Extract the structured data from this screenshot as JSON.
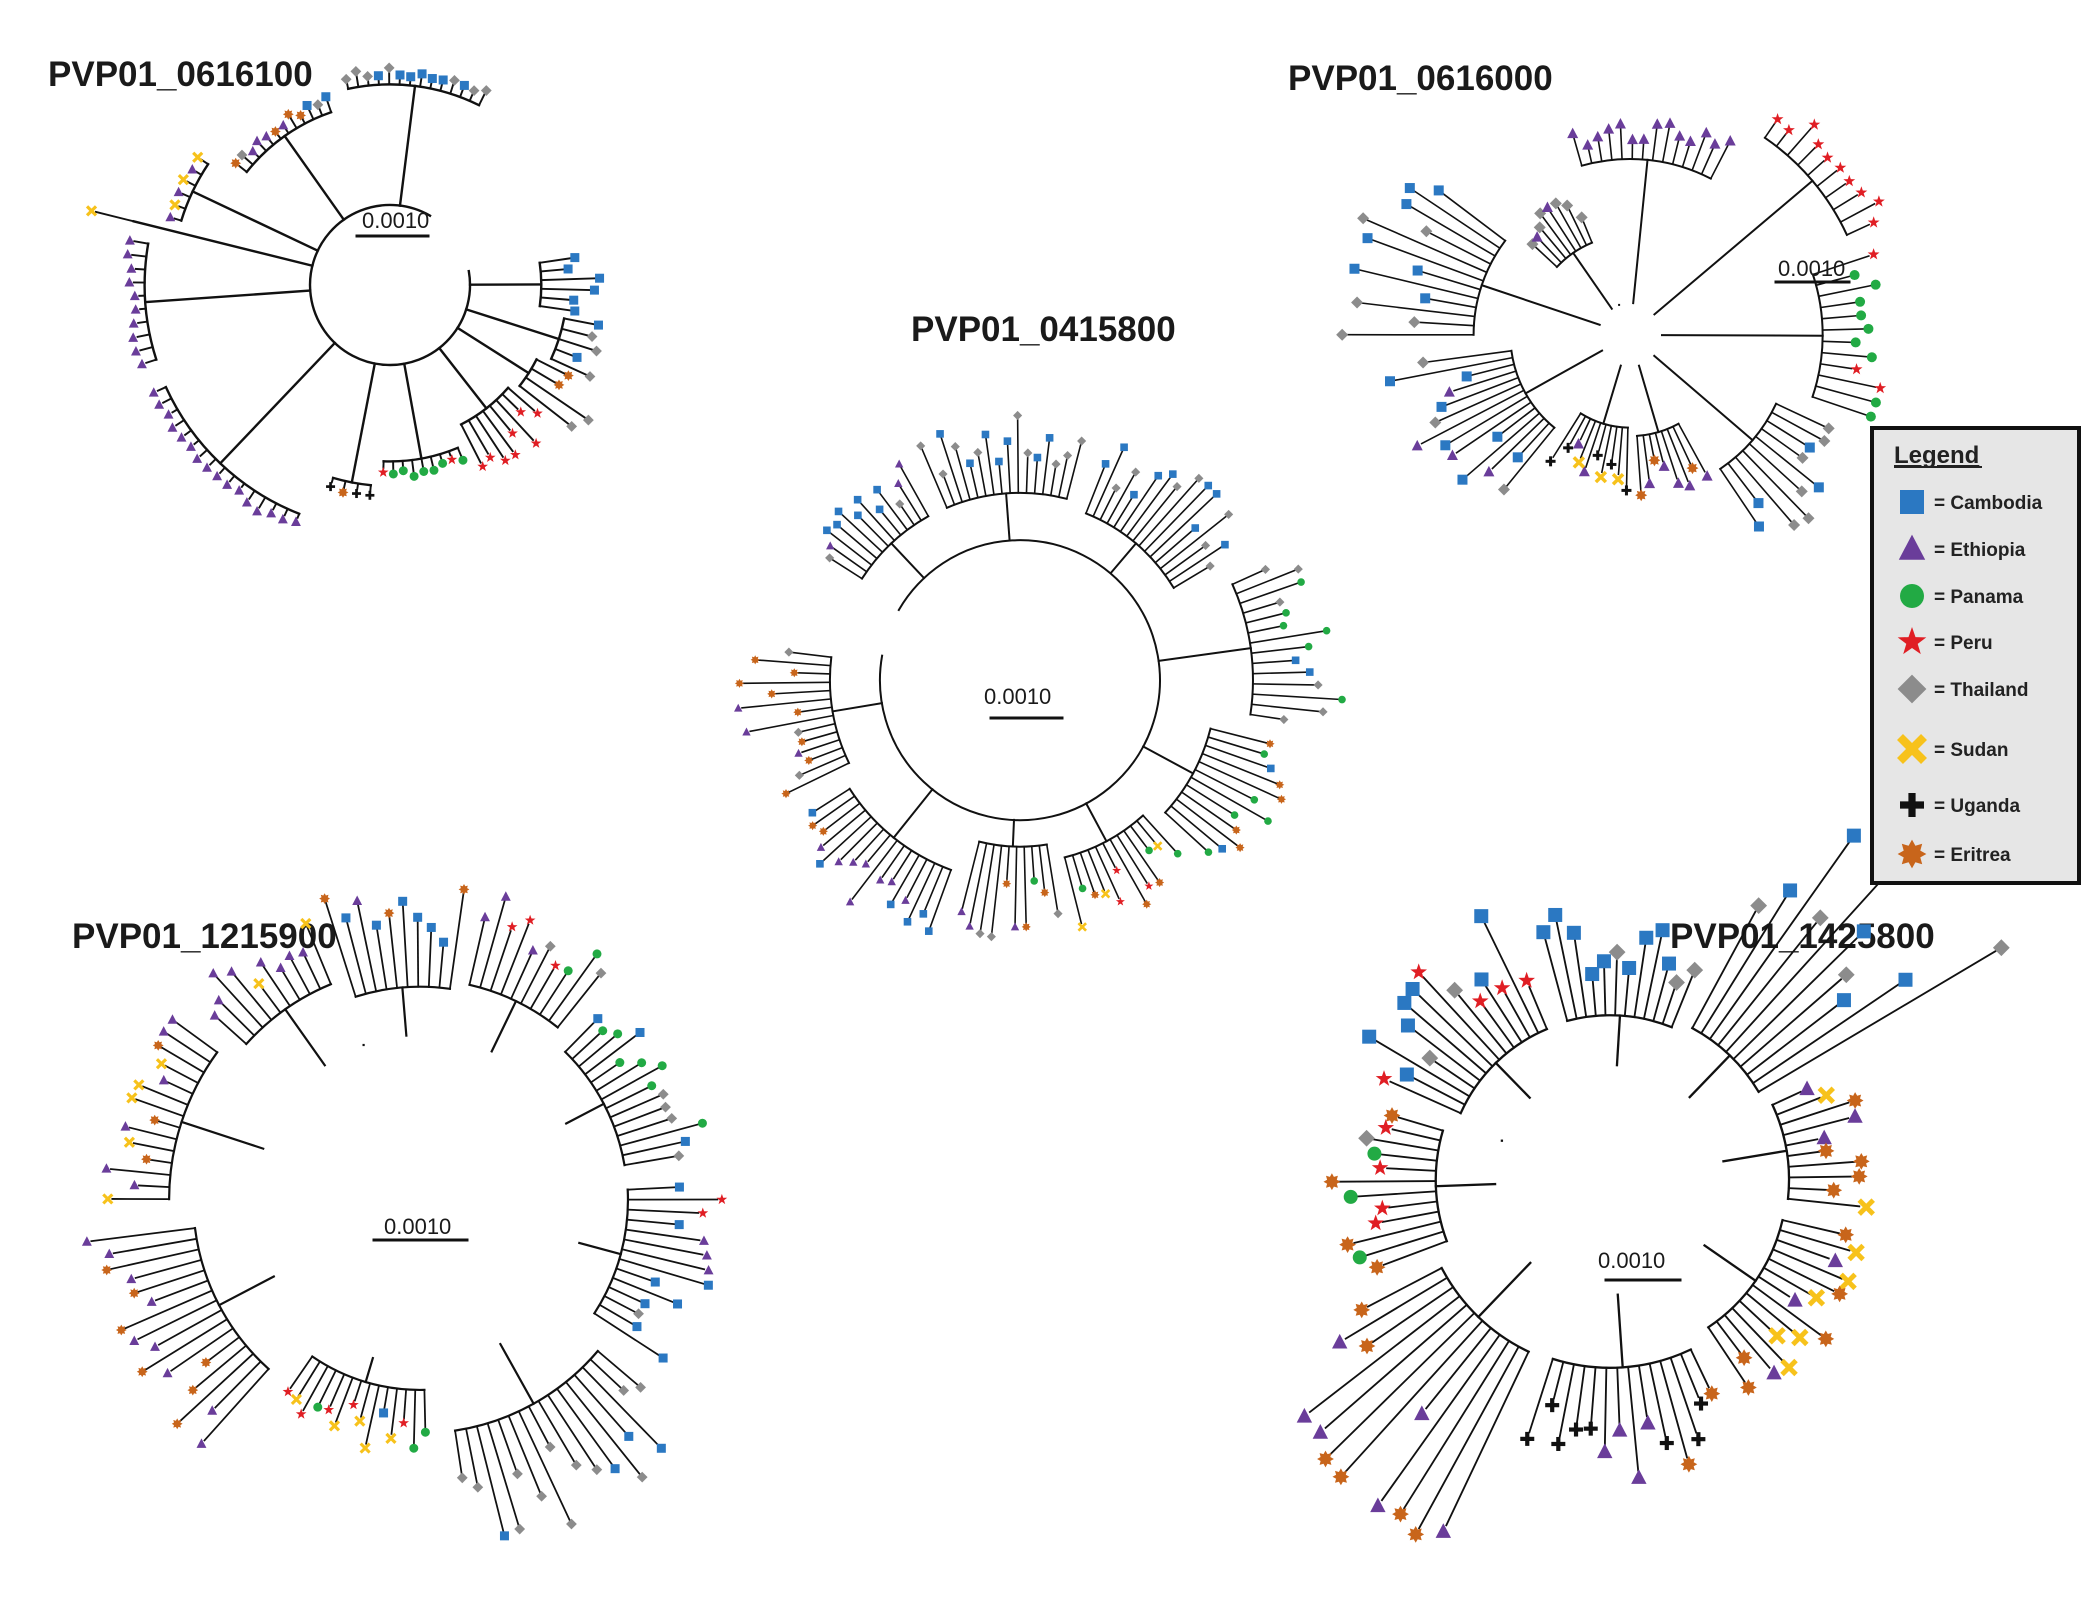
{
  "figure": {
    "scale_label": "0.0010"
  },
  "panels": [
    {
      "id": "p1",
      "title": "PVP01_0616100"
    },
    {
      "id": "p2",
      "title": "PVP01_0415800"
    },
    {
      "id": "p3",
      "title": "PVP01_0616000"
    },
    {
      "id": "p4",
      "title": "PVP01_1215900"
    },
    {
      "id": "p5",
      "title": "PVP01_1425800"
    }
  ],
  "legend": {
    "title": "Legend",
    "items": [
      {
        "key": "cambodia",
        "label": "= Cambodia",
        "shape": "square",
        "color": "#2b78c2"
      },
      {
        "key": "ethiopia",
        "label": "= Ethiopia",
        "shape": "triangle",
        "color": "#6a3d9a"
      },
      {
        "key": "panama",
        "label": "= Panama",
        "shape": "circle",
        "color": "#22aa44"
      },
      {
        "key": "peru",
        "label": "= Peru",
        "shape": "star",
        "color": "#e01e24"
      },
      {
        "key": "thailand",
        "label": "= Thailand",
        "shape": "diamond",
        "color": "#8c8c8c"
      },
      {
        "key": "sudan",
        "label": "= Sudan",
        "shape": "x",
        "color": "#f7c21b"
      },
      {
        "key": "uganda",
        "label": "= Uganda",
        "shape": "cross",
        "color": "#111111"
      },
      {
        "key": "eritrea",
        "label": "= Eritrea",
        "shape": "burst",
        "color": "#c8651b"
      }
    ]
  }
}
